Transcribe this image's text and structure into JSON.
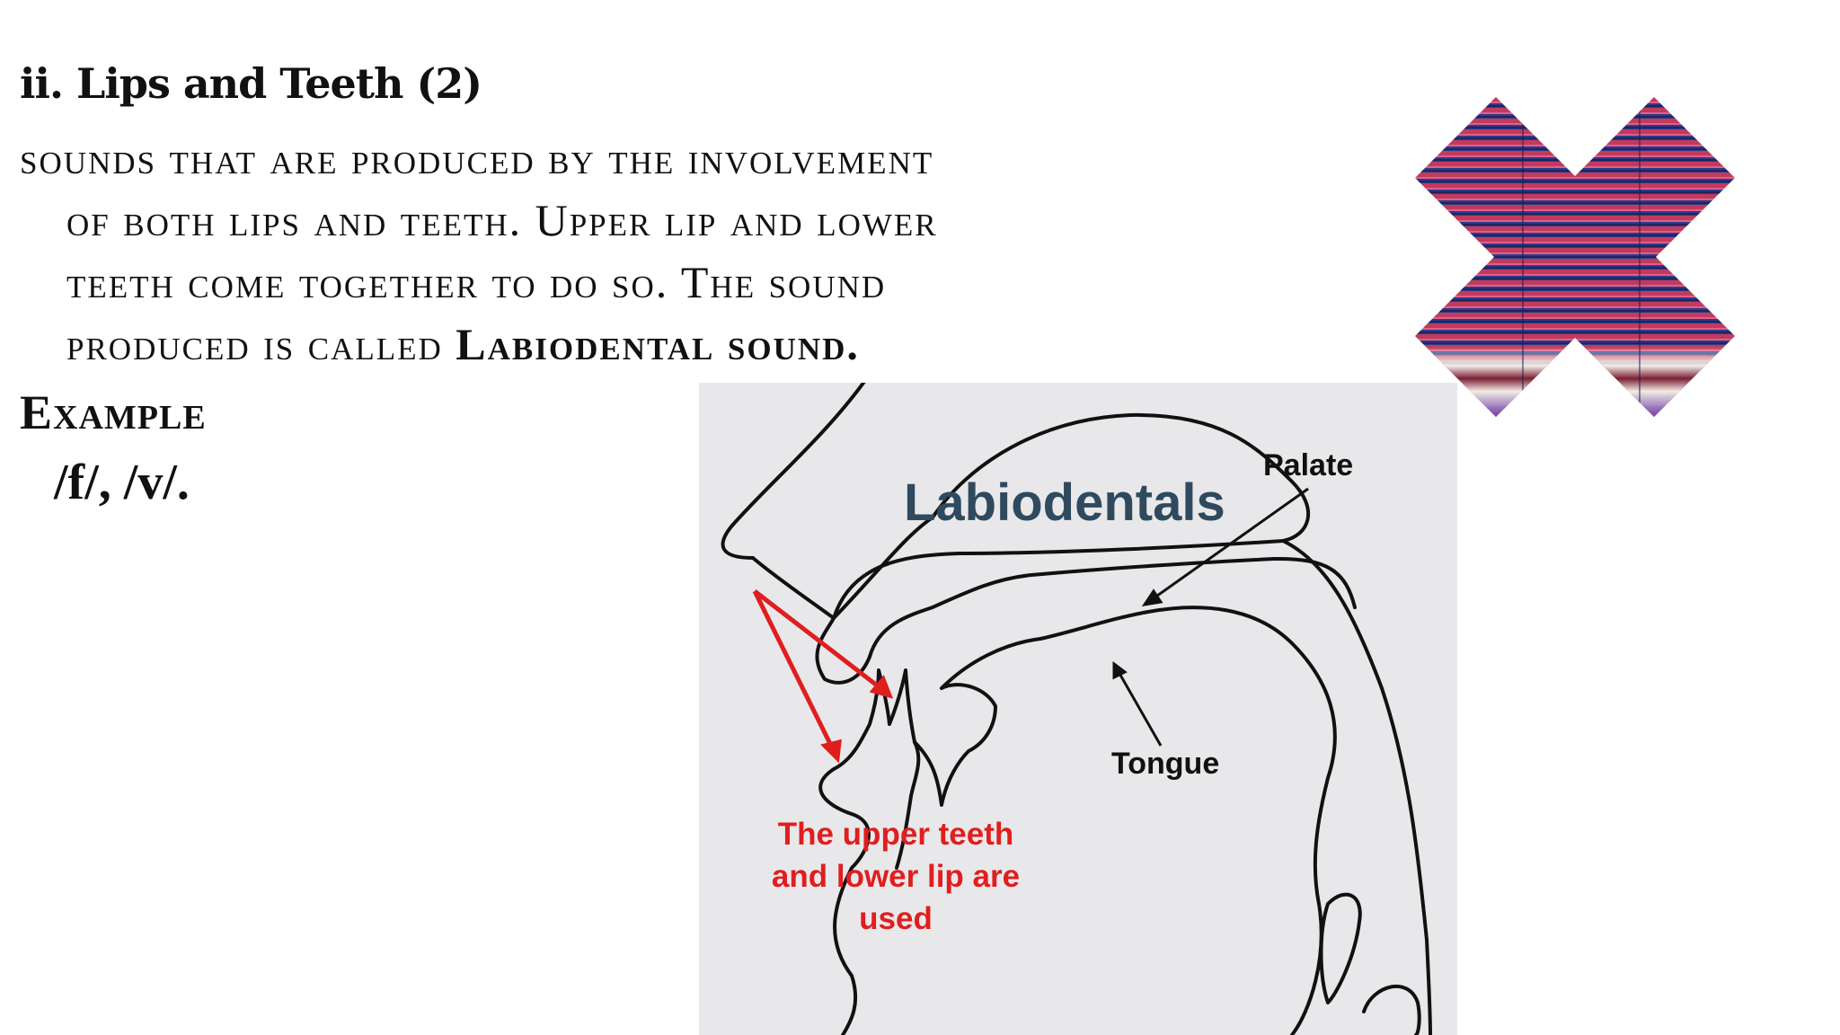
{
  "slide": {
    "heading": "ii. Lips and Teeth (2)",
    "body": {
      "line1": "sounds that are produced by the involvement",
      "line2": "of both lips and teeth. Upper lip and lower",
      "line3": "teeth come together to do so. The sound",
      "line4_prefix": "produced is called ",
      "line4_term": "Labiodental sound."
    },
    "example_label": "Example",
    "example_value": "/f/, /v/."
  },
  "diagram": {
    "title": "Labiodentals",
    "label_palate": "Palate",
    "label_tongue": "Tongue",
    "label_red": "The upper teeth and lower lip are used"
  },
  "colors": {
    "accent_red": "#e01e1e",
    "title_blue": "#2f4a5e",
    "diagram_bg": "#e8e8ea",
    "deco_red": "#c23a5c",
    "deco_blue": "#2e3a8a"
  },
  "icons": {
    "decoration": "striped-x-icon"
  }
}
